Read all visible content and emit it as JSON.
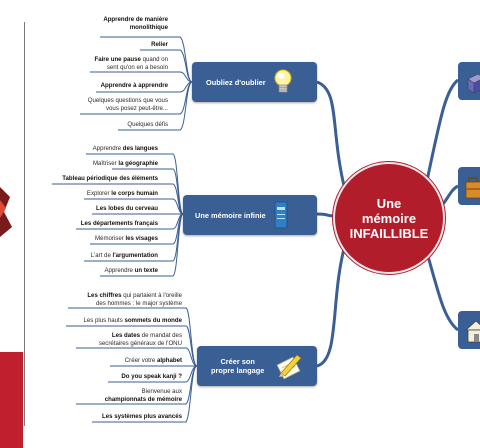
{
  "center": {
    "line1": "Une",
    "line2": "mémoire",
    "line3": "INFAILLIBLE"
  },
  "branches": {
    "oubliez": {
      "label": "Oubliez d'oublier",
      "icon": "lightbulb-icon"
    },
    "infinie": {
      "label": "Une mémoire infinie",
      "icon": "blue-book-icon"
    },
    "langage": {
      "line1": "Créer son",
      "line2": "propre langage",
      "icon": "pencil-paper-icon"
    }
  },
  "oubliez_items": [
    {
      "b": "Apprendre de manière",
      "b2": "monolithique"
    },
    {
      "b": "Relier"
    },
    {
      "b": "Faire une pause",
      "t": " quand on",
      "t2": "sent qu'on en a besoin"
    },
    {
      "b": "Apprendre à apprendre"
    },
    {
      "t": "Quelques questions que vous",
      "t2": "vous posez peut-être..."
    },
    {
      "t": "Quelques défis"
    }
  ],
  "infinie_items": [
    {
      "t": "Apprendre ",
      "b": "des langues"
    },
    {
      "t": "Maîtriser ",
      "b": "la géographie"
    },
    {
      "b": "Tableau périodique des éléments"
    },
    {
      "t": "Explorer ",
      "b": "le corps humain"
    },
    {
      "b": "Les lobes du cerveau"
    },
    {
      "b": "Les départements français"
    },
    {
      "t": "Mémoriser ",
      "b": "les visages"
    },
    {
      "t": "L'art de ",
      "b": "l'argumentation"
    },
    {
      "t": "Apprendre ",
      "b": "un texte"
    }
  ],
  "langage_items": [
    {
      "b": "Les chiffres",
      "t": " qui parlaient à l'oreille",
      "t2": "des hommes : le major système"
    },
    {
      "t": "Les plus hauts ",
      "b": "sommets du monde"
    },
    {
      "b": "Les dates",
      "t": " de mandat des",
      "t2": "secrétaires généraux de l'ONU"
    },
    {
      "t": "Créer votre ",
      "b": "alphabet"
    },
    {
      "b": "Do you speak kanji ?"
    },
    {
      "t": "Bienvenue aux",
      "b2": "championnats de mémoire"
    },
    {
      "b": "Les systèmes plus avancés"
    }
  ],
  "colors": {
    "branch": "#3a5f95",
    "center": "#b21d2c",
    "curve": "#3a5f95",
    "leafLine": "#3a5f95"
  }
}
